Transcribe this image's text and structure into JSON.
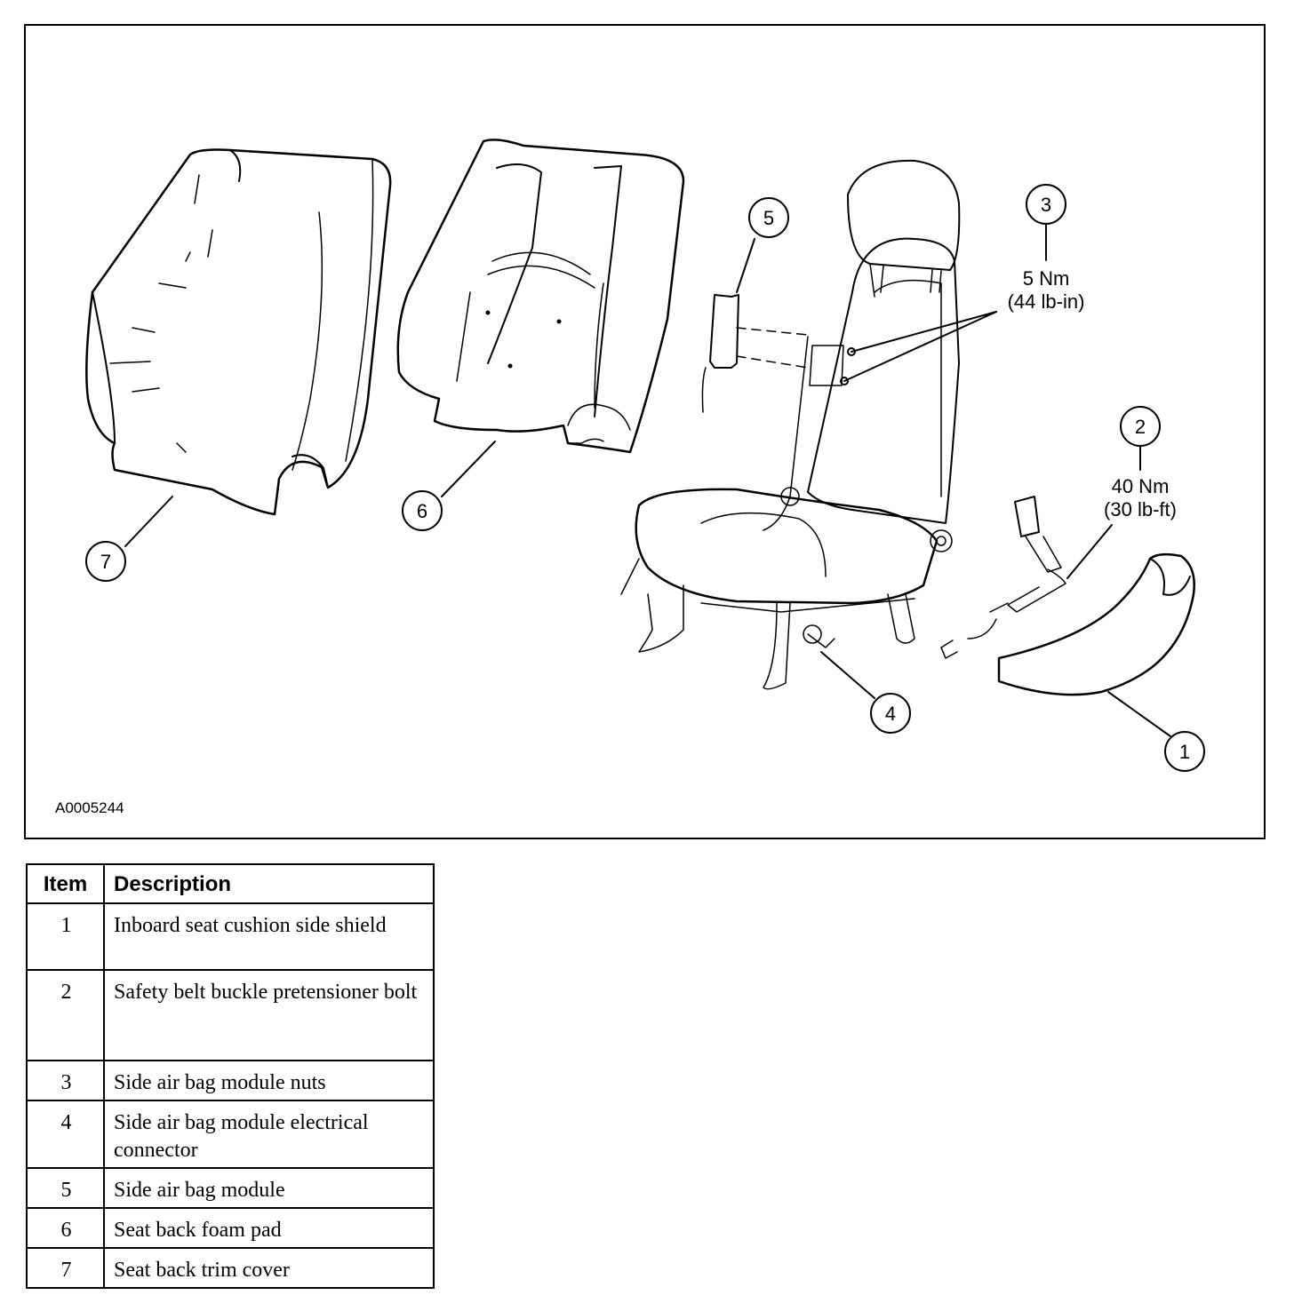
{
  "figure": {
    "code": "A0005244",
    "callouts": [
      {
        "num": "1"
      },
      {
        "num": "2",
        "torque_nm": "40 Nm",
        "torque_imperial": "(30 lb-ft)"
      },
      {
        "num": "3",
        "torque_nm": "5 Nm",
        "torque_imperial": "(44 lb-in)"
      },
      {
        "num": "4"
      },
      {
        "num": "5"
      },
      {
        "num": "6"
      },
      {
        "num": "7"
      }
    ]
  },
  "legend": {
    "headers": {
      "item": "Item",
      "description": "Description"
    },
    "rows": [
      {
        "item": "1",
        "description": "Inboard seat cushion side shield"
      },
      {
        "item": "2",
        "description": "Safety belt buckle pretensioner bolt"
      },
      {
        "item": "3",
        "description": "Side air bag module nuts"
      },
      {
        "item": "4",
        "description": "Side air bag module electrical connector"
      },
      {
        "item": "5",
        "description": "Side air bag module"
      },
      {
        "item": "6",
        "description": "Seat back foam pad"
      },
      {
        "item": "7",
        "description": "Seat back trim cover"
      }
    ]
  }
}
